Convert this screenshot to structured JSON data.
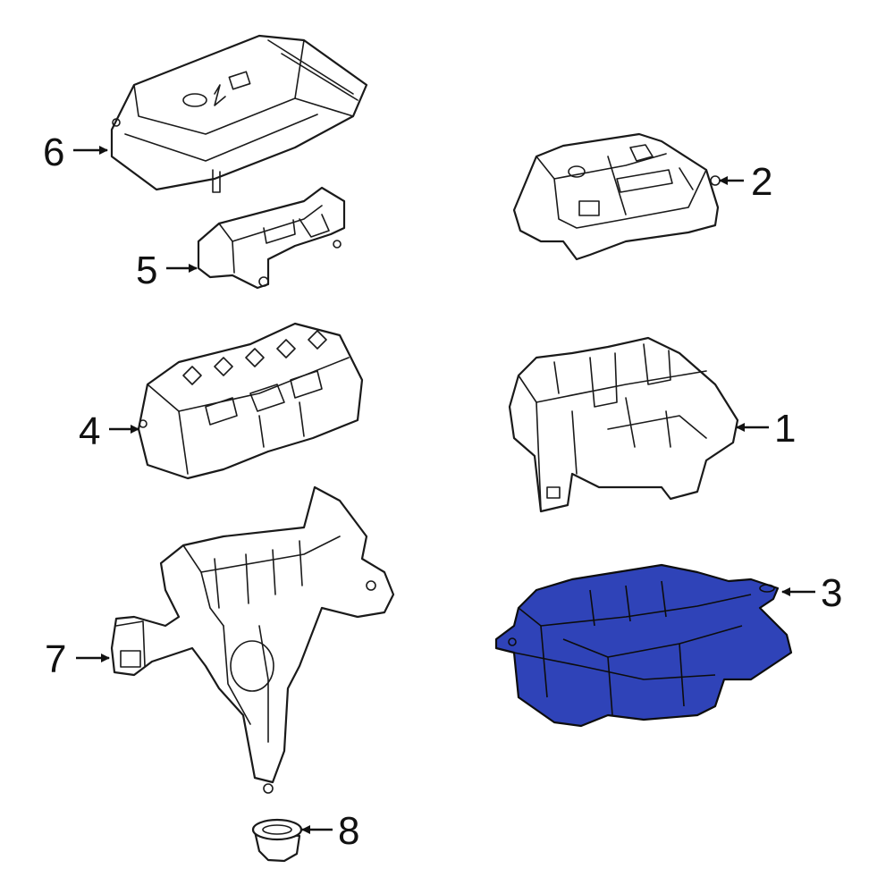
{
  "highlight_color": "#2f43b8",
  "highlighted_part": "3",
  "callouts": [
    {
      "id": "6",
      "label": "6"
    },
    {
      "id": "2",
      "label": "2"
    },
    {
      "id": "5",
      "label": "5"
    },
    {
      "id": "4",
      "label": "4"
    },
    {
      "id": "1",
      "label": "1"
    },
    {
      "id": "3",
      "label": "3"
    },
    {
      "id": "7",
      "label": "7"
    },
    {
      "id": "8",
      "label": "8"
    }
  ]
}
